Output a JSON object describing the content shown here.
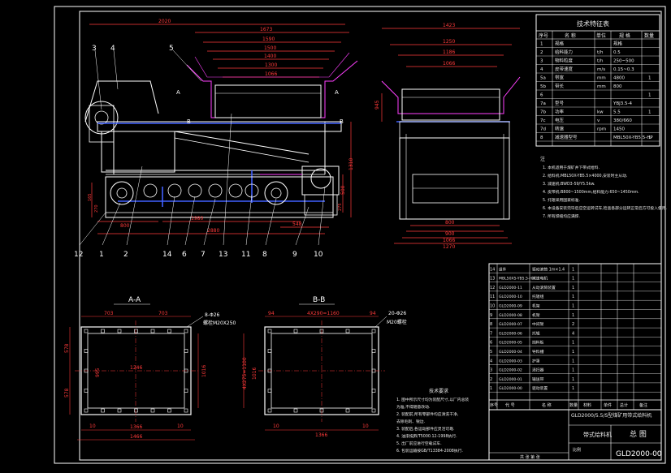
{
  "top_view": {
    "dims": {
      "d2020": "2020",
      "d1673": "1673",
      "d1590": "1590",
      "d1500": "1500",
      "d1400": "1400",
      "d1300": "1300",
      "d1066": "1066",
      "d1310": "1310",
      "d500": "500",
      "d548": "548",
      "d2880": "2880",
      "d800": "800",
      "d1980": "1980",
      "d515": "515",
      "d275": "275",
      "d165": "165",
      "d270": "270"
    },
    "balloons": [
      "3",
      "4",
      "5",
      "12",
      "1",
      "2",
      "14",
      "6",
      "7",
      "13",
      "11",
      "8",
      "9",
      "10"
    ],
    "section_marks": {
      "a_left": "A",
      "a_right": "A",
      "b_left": "B",
      "b_right": "B"
    }
  },
  "side_view": {
    "dims": {
      "d1423": "1423",
      "d1250": "1250",
      "d1186": "1186",
      "d1066": "1066",
      "d945": "945",
      "d800": "800",
      "d900": "900",
      "d1066b": "1066",
      "d1270": "1270"
    }
  },
  "tech_table": {
    "title": "技术特征表",
    "headers": [
      "序号",
      "名  称",
      "单位",
      "规  格",
      "数量"
    ],
    "rows": [
      {
        "no": "1",
        "name": "规格",
        "unit": "",
        "spec": "规格",
        "qty": ""
      },
      {
        "no": "2",
        "name": "给料能力",
        "unit": "t/h",
        "spec": "0.5",
        "qty": ""
      },
      {
        "no": "3",
        "name": "物料粒度",
        "unit": "t/h",
        "spec": "250~500",
        "qty": ""
      },
      {
        "no": "4",
        "name": "皮带速度",
        "unit": "m/s",
        "spec": "0.15~0.3",
        "qty": ""
      },
      {
        "no": "5a",
        "name": "带宽",
        "unit": "mm",
        "spec": "4800",
        "qty": "1"
      },
      {
        "no": "5b",
        "name": "带长",
        "unit": "mm",
        "spec": "800",
        "qty": ""
      },
      {
        "no": "6",
        "name": "",
        "unit": "",
        "spec": "",
        "qty": "1"
      },
      {
        "no": "7a",
        "name": "型号",
        "unit": "",
        "spec": "YBJ3.5-4",
        "qty": ""
      },
      {
        "no": "7b",
        "name": "功率",
        "unit": "kw",
        "spec": "5.5",
        "qty": "1"
      },
      {
        "no": "7c",
        "name": "电压",
        "unit": "v",
        "spec": "380/660",
        "qty": ""
      },
      {
        "no": "7d",
        "name": "转速",
        "unit": "rpm",
        "spec": "1450",
        "qty": ""
      },
      {
        "no": "8",
        "name": "减速器型号",
        "unit": "",
        "spec": "MBL50X-YB5.5-HP",
        "qty": "1"
      }
    ]
  },
  "notes": {
    "title": "注",
    "lines": [
      "1. 本机适用于煤矿井下带式给料.",
      "2. 给料机:MBL50X-YB5.5×4000,安装时主从动.",
      "3. 减速机:BWD3-59/Y5.5kw.",
      "4. 皮带机:B800~1500mm,给料能力:650~1450mm.",
      "5. 托辊采用国家标准.",
      "6. 本设备安装完毕后应空运转试车,检查各部分运转正常后方可投入使用.",
      "7. 所有焊缝均应满焊."
    ]
  },
  "section_aa": {
    "title": "A-A",
    "dims": {
      "top_left": "703",
      "top_right": "703",
      "width": "1246",
      "bottom": "1366",
      "total": "1466",
      "left1": "578",
      "left2": "578",
      "inner_h": "995",
      "right_h": "1016",
      "gap1": "10",
      "gap2": "10"
    },
    "callout": [
      "8-Φ26",
      "螺栓M20X250"
    ]
  },
  "section_bb": {
    "title": "B-B",
    "dims": {
      "top": "4X290=1160",
      "left_top": "94",
      "right_top": "94",
      "height": "4X275=1100",
      "inner_h": "1016",
      "bottom": "1366",
      "gap1": "10",
      "gap2": "10"
    },
    "callout": [
      "20-Φ26",
      "M20螺栓"
    ]
  },
  "tech_req": {
    "title": "技术要求",
    "lines": [
      "1. 图中所示尺寸均为装配尺寸,以厂内总装",
      "   为准,不得随意改动.",
      "2. 装配前,所有零部件均应清洗干净,",
      "   去除毛刺、锐边.",
      "3. 装配后,各运动部件应灵活可靠.",
      "4. 油漆按JB/T5000.12-1998执行.",
      "5. 出厂前应进行空载试车.",
      "6. 包装运输按GB/T13384-2008执行."
    ]
  },
  "bom": {
    "rows": [
      {
        "no": "14",
        "code": "组件",
        "name": "驱动滚筒 1m×1.4",
        "qty": "1"
      },
      {
        "no": "13",
        "code": "MBL50X5-YB5.5-HP",
        "name": "减速电机",
        "qty": "1"
      },
      {
        "no": "12",
        "code": "GLD2000-11",
        "name": "从动滚筒装置",
        "qty": "1"
      },
      {
        "no": "11",
        "code": "GLD2000-10",
        "name": "托辊组",
        "qty": "1"
      },
      {
        "no": "10",
        "code": "GLD2000-09",
        "name": "机架",
        "qty": "1"
      },
      {
        "no": "9",
        "code": "GLD2000-08",
        "name": "机架",
        "qty": "1"
      },
      {
        "no": "8",
        "code": "GLD2000-07",
        "name": "中间架",
        "qty": "2"
      },
      {
        "no": "7",
        "code": "GLD2000-06",
        "name": "托辊",
        "qty": "4"
      },
      {
        "no": "6",
        "code": "GLD2000-05",
        "name": "挡料板",
        "qty": "1"
      },
      {
        "no": "5",
        "code": "GLD2000-04",
        "name": "导料槽",
        "qty": "1"
      },
      {
        "no": "4",
        "code": "GLD2000-03",
        "name": "护罩",
        "qty": "1"
      },
      {
        "no": "3",
        "code": "GLD2000-02",
        "name": "清扫器",
        "qty": "1"
      },
      {
        "no": "2",
        "code": "GLD2000-01",
        "name": "输送带",
        "qty": "1"
      },
      {
        "no": "1",
        "code": "GLD2000-00",
        "name": "驱动装置",
        "qty": "1"
      }
    ],
    "header": [
      "序号",
      "代  号",
      "名  称",
      "数量",
      "材料",
      "单件",
      "总计",
      "备注"
    ]
  },
  "title_block": {
    "company": "GLD2000/5.5/S型煤矿用带式给料机",
    "product": "带式给料机",
    "drawing_name": "总  图",
    "drawing_no": "GLD2000-00",
    "scale_label": "比例",
    "sheet_label": "共 张 第 张"
  },
  "colors": {
    "bg": "#000000",
    "line": "#ffffff",
    "dim": "#ff3a3a",
    "hidden": "#4060ff",
    "accent": "#ff40ff"
  }
}
